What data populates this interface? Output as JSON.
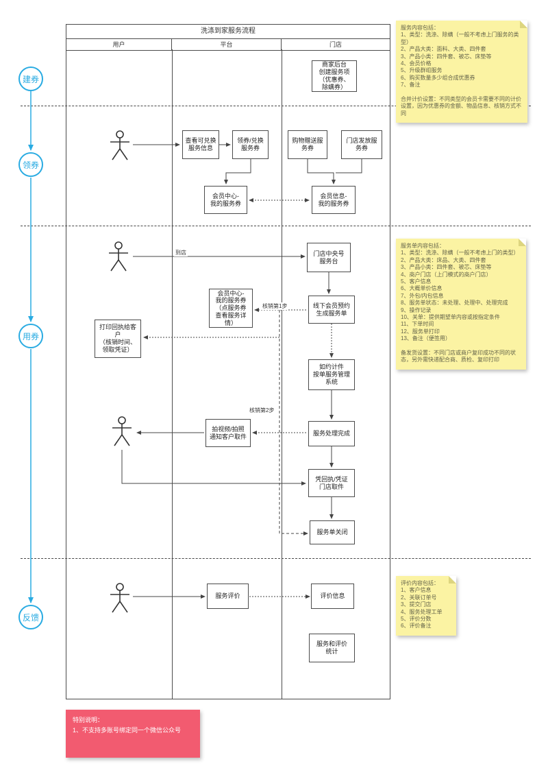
{
  "diagram": {
    "title": "洗涤到家服务流程",
    "col_user": "用户",
    "col_platform": "平台",
    "col_store": "门店"
  },
  "phases": {
    "create": "建券",
    "claim": "领券",
    "use": "用券",
    "feedback": "反馈"
  },
  "nodes": {
    "create": "商家后台\n创建服务项\n（优惠券、\n除螨券）",
    "view": "查看可兑换\n服务信息",
    "claim": "领券/兑换\n服务券",
    "shop_gift": "购物赠送服\n务券",
    "store_issue": "门店发放服\n务券",
    "my_coupon": "会员中心-\n我的服务券",
    "member_info": "会员信息-\n我的服务券",
    "front_desk": "门店中央号\n服务台",
    "my_coupon_detail": "会员中心-\n我的服务券\n（点服务券\n查看服务详\n情）",
    "make_order": "线下会员预约\n生成服务单",
    "print_receipt": "打印回执给客\n户\n（核销时间、\n领取凭证）",
    "process": "如约计件\n按单服务管理\n系统",
    "done": "服务处理完成",
    "notify": "拍视频/拍照\n通知客户取件",
    "pickup": "凭回执/凭证\n门店取件",
    "close": "服务单关闭",
    "evaluate": "服务评价",
    "eval_info": "评价信息",
    "eval_stat": "服务和评价\n统计"
  },
  "edge_labels": {
    "arrive": "到店",
    "step1": "核销第1步",
    "step2": "核销第2步"
  },
  "notes": {
    "service_note": "服务内容包括：\n1、类型：洗涤、除螨（一般不考虑上门服务的类型）\n2、产品大类：面料、大类、四件套\n3、产品小类：四件套、被芯、床垫等\n4、会员价格\n5、升级群组服务\n6、购买数量多少组合成优惠券\n7、备注\n\n合并计价设置：不同类型的会员卡需要不同的计价设置，因为优惠券的金额、物品信息、核销方式不同",
    "order_note": "服务单内容包括：\n1、类型：洗涤、除螨（一般不考虑上门的类型）\n2、产品大类：床品、大类、四件套\n3、产品小类：四件套、被芯、床垫等\n4、商户门店（上门模式的商户门店）\n5、客户信息\n6、大概单价信息\n7、外包/内包信息\n8、服务单状态：未处理、处理中、处理完成\n9、操作记录\n10、关单：提供期望单内容或按指定条件\n11、下单时间\n12、服务单打印\n13、备注（便签用）\n\n备发货设置：不同门店或商户复印成功不同的状态，另外需快递配合商、质检、复印打印",
    "eval_note": "评价内容包括：\n1、客户信息\n2、关联订单号\n3、提交门店\n4、服务处理工单\n5、评价分数\n6、评价备注",
    "special_note": "特别说明：\n1、不支持多账号绑定同一个微信公众号"
  },
  "colors": {
    "accent_blue": "#29ABE2",
    "note_yellow": "#FBF3A3",
    "note_red": "#F25B70",
    "line": "#4A4A4A"
  }
}
